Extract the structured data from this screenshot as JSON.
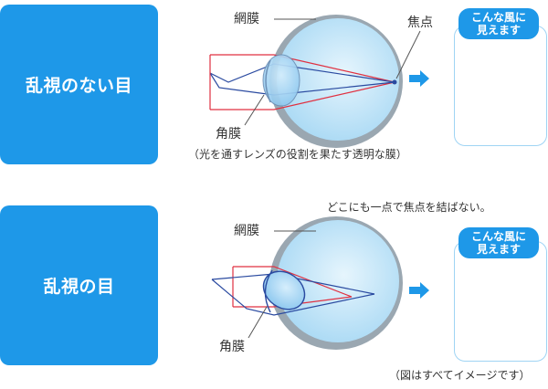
{
  "panels": [
    {
      "title": "乱視のない目",
      "retina_label": "網膜",
      "focal_label": "焦点",
      "cornea_label": "角膜",
      "cornea_note": "（光を通すレンズの役割を果たす透明な膜）",
      "badge": [
        "こんな風に",
        "見えます"
      ]
    },
    {
      "title": "乱視の目",
      "retina_label": "網膜",
      "no_focus_note": "どこにも一点で焦点を結ばない。",
      "cornea_label": "角膜",
      "badge": [
        "こんな風に",
        "見えます"
      ]
    }
  ],
  "footnote": "（図はすべてイメージです）",
  "colors": {
    "accent": "#1e98e8",
    "eye_fill": "#bfe3f8",
    "eye_rim": "#8a9aa6",
    "ray_red": "#e03040",
    "ray_blue": "#2a4aa0",
    "frame": "#9fd4f4"
  }
}
